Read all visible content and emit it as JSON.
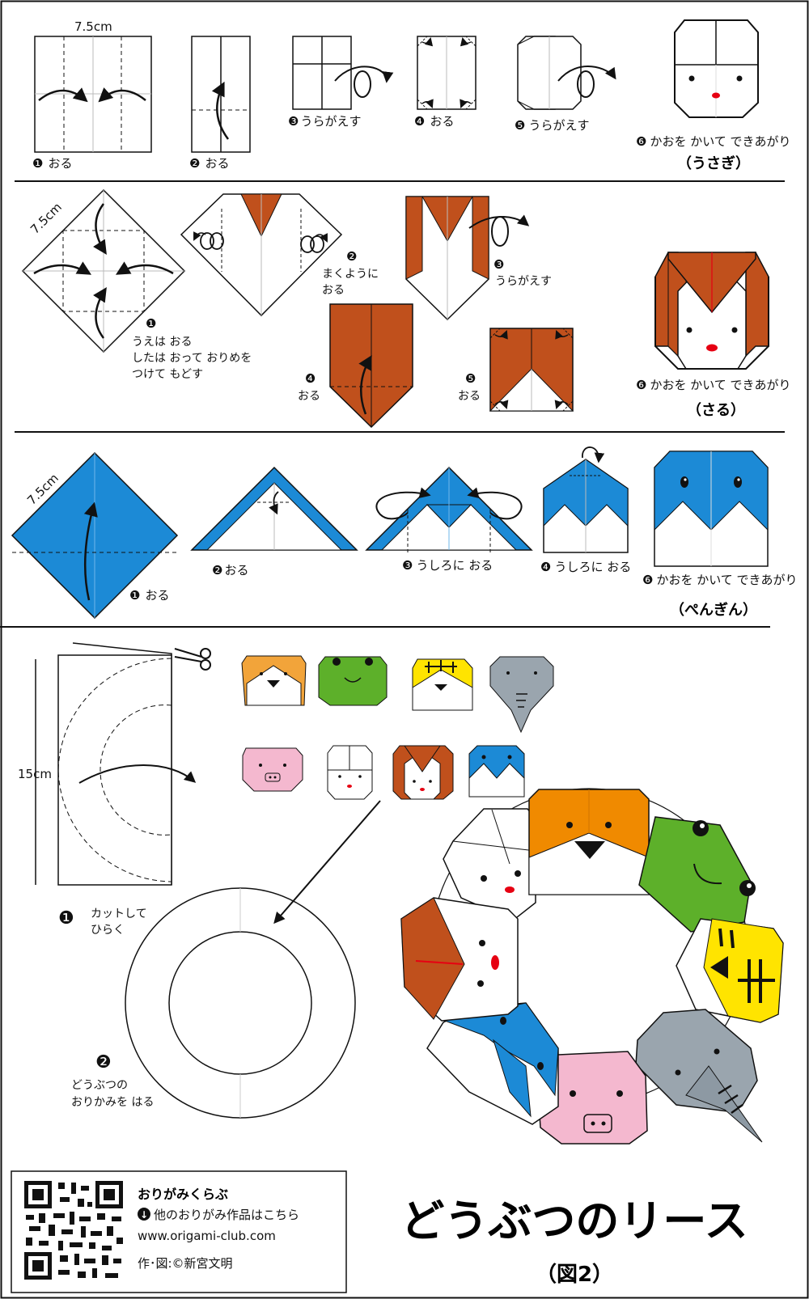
{
  "colors": {
    "monkey": "#c0501c",
    "penguin": "#1c8ad6",
    "dog": "#f08a00",
    "frog": "#5db02a",
    "tiger": "#ffe400",
    "elephant": "#9aa5ae",
    "pig": "#f4b8cf",
    "nose": "#e60012",
    "ink": "#111111"
  },
  "rabbit": {
    "size": "7.5cm",
    "steps": [
      {
        "num": "❶",
        "text": "おる"
      },
      {
        "num": "❷",
        "text": "おる"
      },
      {
        "num": "❸",
        "text": "うらがえす"
      },
      {
        "num": "❹",
        "text": "おる"
      },
      {
        "num": "❺",
        "text": "うらがえす"
      },
      {
        "num": "❻",
        "text": "かおを かいて できあがり"
      }
    ],
    "name": "（うさぎ）"
  },
  "monkey": {
    "size": "7.5cm",
    "step1_num": "❶",
    "step1_lines": [
      "うえは おる",
      "したは おって おりめを",
      "つけて もどす"
    ],
    "step2_num": "❷",
    "step2_lines": [
      "まくように",
      "おる"
    ],
    "step3_num": "❸",
    "step3_text": "うらがえす",
    "step4_num": "❹",
    "step4_text": "おる",
    "step5_num": "❺",
    "step5_text": "おる",
    "step6_num": "❻",
    "step6_text": "かおを かいて できあがり",
    "name": "（さる）"
  },
  "penguin": {
    "size": "7.5cm",
    "steps": [
      {
        "num": "❶",
        "text": "おる"
      },
      {
        "num": "❷",
        "text": "おる"
      },
      {
        "num": "❸",
        "text": "うしろに おる"
      },
      {
        "num": "❹",
        "text": "うしろに おる"
      },
      {
        "num": "❻",
        "text": "かおを かいて できあがり"
      }
    ],
    "name": "（ぺんぎん）"
  },
  "wreath": {
    "size": "15cm",
    "step1_num": "❶",
    "step1_lines": [
      "カットして",
      "ひらく"
    ],
    "step2_num": "❷",
    "step2_lines": [
      "どうぶつの",
      "おりかみを はる"
    ]
  },
  "footer": {
    "site_name": "おりがみくらぶ",
    "link_icon": "↓",
    "link_text": "他のおりがみ作品はこちら",
    "url": "www.origami-club.com",
    "credit": "作･図:©新宮文明",
    "title": "どうぶつのリース",
    "subtitle": "（図2）"
  }
}
